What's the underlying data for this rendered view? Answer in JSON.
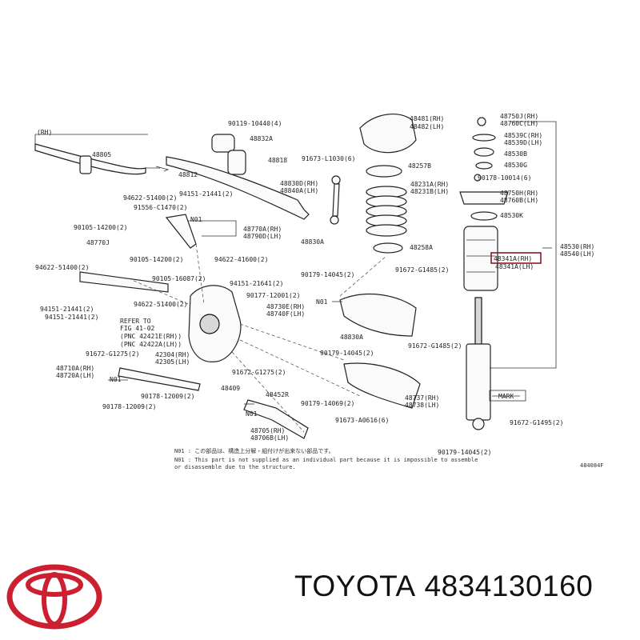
{
  "brand_color": "#cc1f2f",
  "logo_icon": "toyota-logo-icon",
  "caption": {
    "brand": "TOYOTA",
    "part_number": "4834130160"
  },
  "diagram": {
    "figure_code": "484084F",
    "highlighted_part": "48341A(RH)",
    "refer_to": [
      "REFER TO",
      "FIG 41-02",
      "(PNC 42421E(RH))",
      "(PNC 42422A(LH))"
    ],
    "labels": [
      "(RH)",
      "48805",
      "90119-10440(4)",
      "48832A",
      "48818",
      "48812",
      "48481(RH)",
      "48482(LH)",
      "91673-L1030(6)",
      "48257B",
      "48750J(RH)",
      "48760C(LH)",
      "48539C(RH)",
      "48539D(LH)",
      "48530B",
      "48530G",
      "90178-10014(6)",
      "48830D(RH)",
      "48840A(LH)",
      "94622-51400(2)",
      "94151-21441(2)",
      "91556-C1470(2)",
      "N01",
      "90105-14200(2)",
      "48770J",
      "48770A(RH)",
      "48790D(LH)",
      "48830A",
      "48231A(RH)",
      "48231B(LH)",
      "48750H(RH)",
      "48760B(LH)",
      "48530K",
      "48530(RH)",
      "48540(LH)",
      "48258A",
      "48341A(LH)",
      "94622-51400(2)",
      "90105-14200(2)",
      "94622-41600(2)",
      "90105-16087(2)",
      "94151-21641(2)",
      "90179-14045(2)",
      "91672-G1485(2)",
      "94151-21441(2)",
      "94622-51400(2)",
      "90177-12001(2)",
      "48730E(RH)",
      "48740F(LH)",
      "94151-21441(2)",
      "N01",
      "48830A",
      "91672-G1275(2)",
      "42304(RH)",
      "42305(LH)",
      "90179-14045(2)",
      "91672-G1485(2)",
      "48710A(RH)",
      "48720A(LH)",
      "91672-G1275(2)",
      "N01",
      "48409",
      "48452R",
      "90178-12009(2)",
      "90178-12009(2)",
      "90179-14069(2)",
      "48737(RH)",
      "48738(LH)",
      "MARK",
      "91673-A0616(6)",
      "N01",
      "48705(RH)",
      "48706B(LH)",
      "91672-G1495(2)",
      "90179-14045(2)"
    ],
    "notes": [
      "N01 : この部品は、構造上分解・組付けが出来ない部品です。",
      "N01 : This part is not supplied as an individual part because it is impossible to assemble",
      "       or disassemble due to the structure."
    ]
  }
}
